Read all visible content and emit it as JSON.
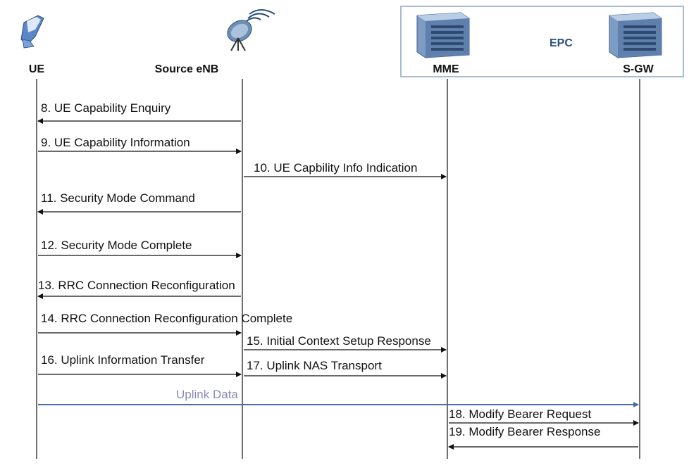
{
  "nodes": {
    "ue": "UE",
    "source_enb": "Source eNB",
    "mme": "MME",
    "sgw": "S-GW",
    "epc": "EPC"
  },
  "icons": {
    "ue": "mobile-phone-icon",
    "source_enb": "satellite-dish-icon",
    "mme": "server-icon",
    "sgw": "server-icon"
  },
  "colors": {
    "line": "#111111",
    "uplink_data": "#4a6fa5",
    "uplink_label": "#8a8ab8",
    "epc_border": "#a7bcd3",
    "epc_text": "#2c4f7c"
  },
  "messages": [
    {
      "label": "8. UE Capability Enquiry",
      "from": "source_enb",
      "to": "ue"
    },
    {
      "label": "9. UE Capability Information",
      "from": "ue",
      "to": "source_enb"
    },
    {
      "label": "10. UE Capbility Info Indication",
      "from": "source_enb",
      "to": "mme"
    },
    {
      "label": "11. Security Mode Command",
      "from": "source_enb",
      "to": "ue"
    },
    {
      "label": "12. Security Mode Complete",
      "from": "ue",
      "to": "source_enb"
    },
    {
      "label": "13. RRC Connection Reconfiguration",
      "from": "source_enb",
      "to": "ue"
    },
    {
      "label": "14. RRC Connection Reconfiguration Complete",
      "from": "ue",
      "to": "source_enb"
    },
    {
      "label": "15. Initial Context Setup Response",
      "from": "source_enb",
      "to": "mme"
    },
    {
      "label": "16. Uplink Information Transfer",
      "from": "ue",
      "to": "source_enb"
    },
    {
      "label": "17. Uplink NAS Transport",
      "from": "source_enb",
      "to": "mme"
    },
    {
      "label": "Uplink  Data",
      "from": "ue",
      "to": "sgw"
    },
    {
      "label": "18. Modify Bearer Request",
      "from": "mme",
      "to": "sgw"
    },
    {
      "label": "19. Modify Bearer Response",
      "from": "sgw",
      "to": "mme"
    }
  ]
}
